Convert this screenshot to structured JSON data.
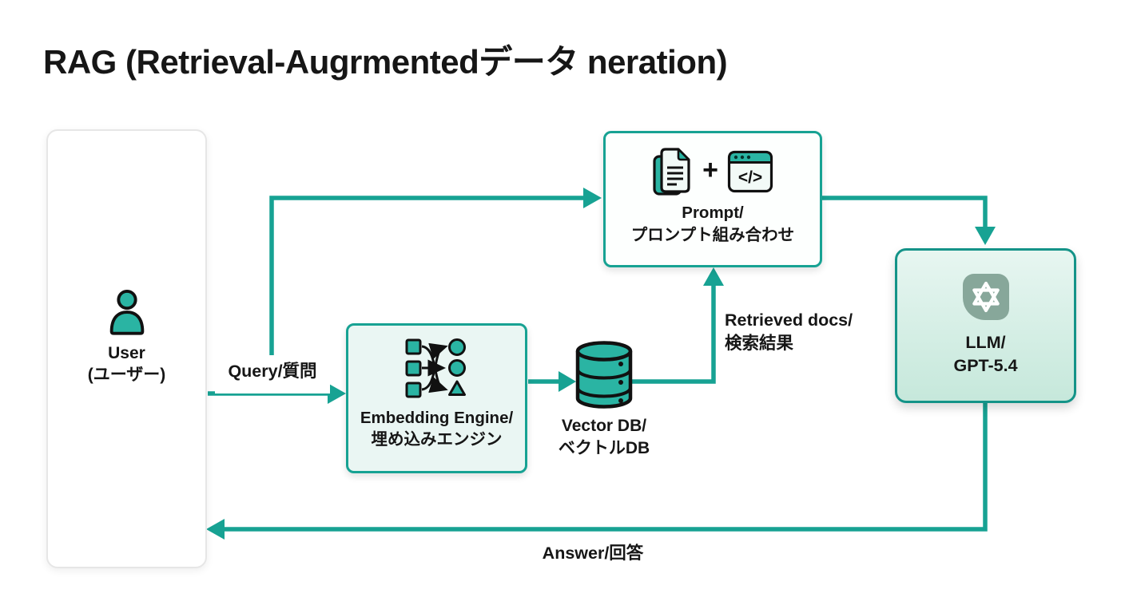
{
  "title": "RAG (Retrieval-Augrmentedデータ neration)",
  "colors": {
    "accent_teal": "#17A293",
    "shape_fill_teal": "#2AB4A3",
    "embedding_box_bg": "#EAF6F3",
    "prompt_box_bg": "#FDFFFE",
    "llm_box_gradient_top": "#E7F6F1",
    "llm_box_gradient_bottom": "#C6E8DB",
    "openai_logo_bg": "#87A79A",
    "user_box_border": "#E6E6E6",
    "text": "#161616"
  },
  "nodes": {
    "user": {
      "line1": "User",
      "line2": "(ユーザー)",
      "icon": "person-icon"
    },
    "embedding": {
      "line1": "Embedding Engine/",
      "line2": "埋め込みエンジン",
      "icon": "embedding-network-icon"
    },
    "vector_db": {
      "line1": "Vector DB/",
      "line2": "ベクトルDB",
      "icon": "database-cylinder-icon"
    },
    "prompt": {
      "line1": "Prompt/",
      "line2": "プロンプト組み合わせ",
      "icons": [
        "documents-icon",
        "plus-icon",
        "code-window-icon"
      ],
      "plus_glyph": "+",
      "code_glyph": "</>"
    },
    "llm": {
      "line1": "LLM/",
      "line2": "GPT-5.4",
      "icon": "openai-logo"
    }
  },
  "edges": {
    "query": {
      "label": "Query/質問"
    },
    "retrieved_docs": {
      "line1": "Retrieved docs/",
      "line2": "検索結果"
    },
    "answer": {
      "label": "Answer/回答"
    }
  }
}
